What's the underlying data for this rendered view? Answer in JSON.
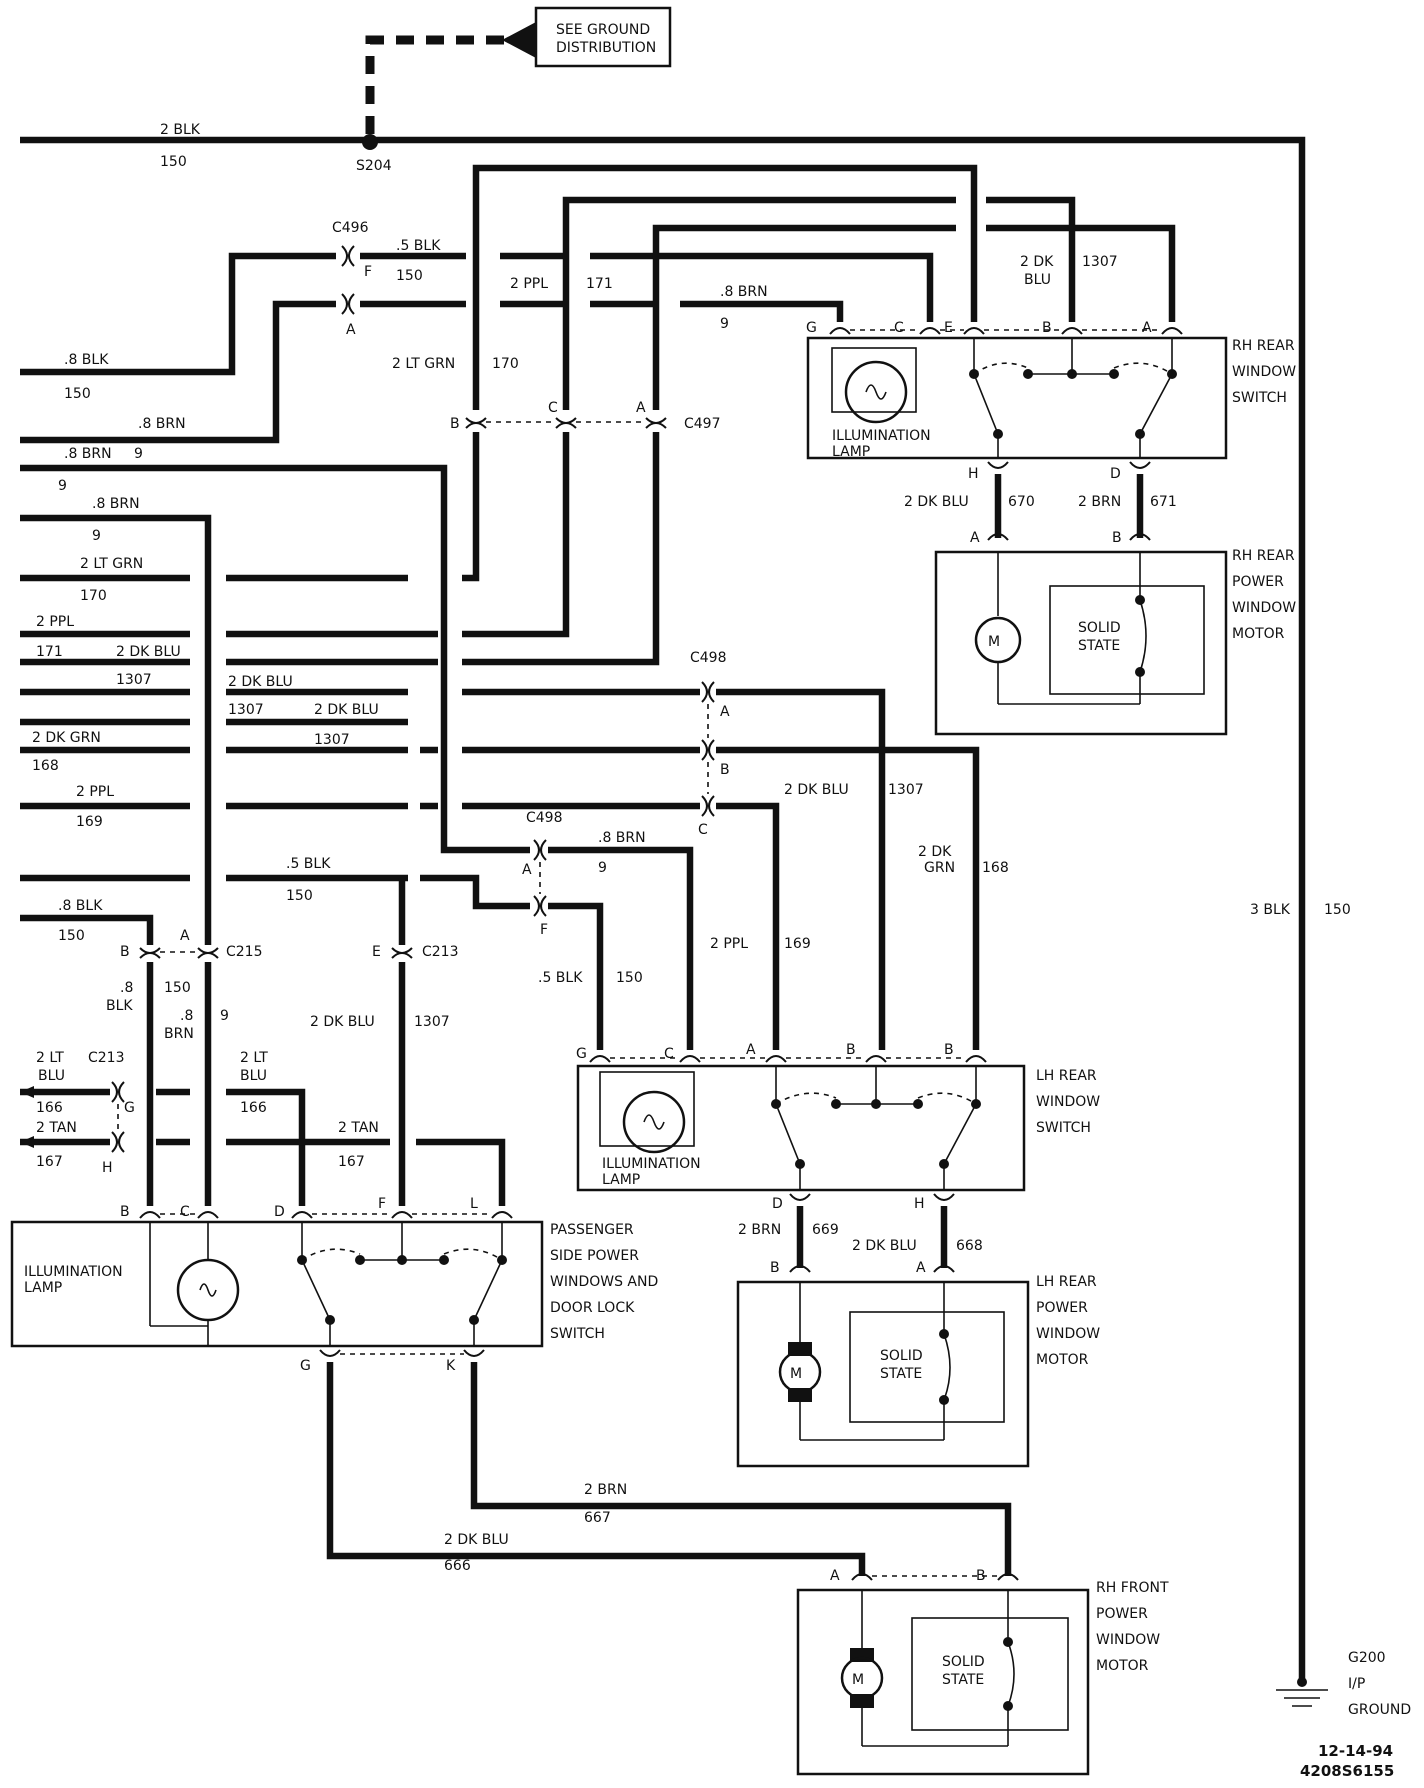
{
  "ground_box": {
    "line1": "SEE GROUND",
    "line2": "DISTRIBUTION"
  },
  "splice": "S204",
  "main_ground_wire": {
    "color": "2 BLK",
    "circuit": "150"
  },
  "ground_drop": {
    "color": "3 BLK",
    "circuit": "150"
  },
  "ground_point": {
    "id": "G200",
    "line2": "I/P",
    "line3": "GROUND"
  },
  "connectors": {
    "c496": "C496",
    "c497": "C497",
    "c498_top": "C498",
    "c498_mid": "C498",
    "c215": "C215",
    "c213_right": "C213",
    "c213_left": "C213"
  },
  "pins": {
    "F": "F",
    "A": "A",
    "B": "B",
    "C": "C",
    "D": "D",
    "E": "E",
    "G": "G",
    "H": "H",
    "K": "K",
    "L": "L"
  },
  "wires": {
    "w_5blk": ".5 BLK",
    "w_150": "150",
    "w_8blk": ".8 BLK",
    "w_8brn": ".8 BRN",
    "w_9": "9",
    "w_2ltgrn": "2 LT GRN",
    "w_170": "170",
    "w_2ppl": "2 PPL",
    "w_171": "171",
    "w_169": "169",
    "w_2dkblu": "2 DK BLU",
    "w_1307": "1307",
    "w_2dkgrn": "2 DK GRN",
    "w_168": "168",
    "w_2dk": "2 DK",
    "w_blu": "BLU",
    "w_2dk_b": "2 DK",
    "w_grn": "GRN",
    "w_2brn": "2 BRN",
    "w_670": "670",
    "w_671": "671",
    "w_669": "669",
    "w_668": "668",
    "w_667": "667",
    "w_666": "666",
    "w_2lt": "2 LT",
    "w_166": "166",
    "w_2tan": "2 TAN",
    "w_167": "167",
    "w_8": ".8",
    "w_blk": "BLK",
    "w_brn": "BRN"
  },
  "components": {
    "rh_rear_switch": [
      "RH REAR",
      "WINDOW",
      "SWITCH"
    ],
    "rh_rear_motor": [
      "RH REAR",
      "POWER",
      "WINDOW",
      "MOTOR"
    ],
    "lh_rear_switch": [
      "LH REAR",
      "WINDOW",
      "SWITCH"
    ],
    "lh_rear_motor": [
      "LH REAR",
      "POWER",
      "WINDOW",
      "MOTOR"
    ],
    "passenger_switch": [
      "PASSENGER",
      "SIDE POWER",
      "WINDOWS AND",
      "DOOR LOCK",
      "SWITCH"
    ],
    "rh_front_motor": [
      "RH FRONT",
      "POWER",
      "WINDOW",
      "MOTOR"
    ],
    "illum_lamp": [
      "ILLUMINATION",
      "LAMP"
    ],
    "solid_state": [
      "SOLID",
      "STATE"
    ],
    "motor_symbol": "M"
  },
  "footer": {
    "date": "12-14-94",
    "code": "4208S6155"
  }
}
